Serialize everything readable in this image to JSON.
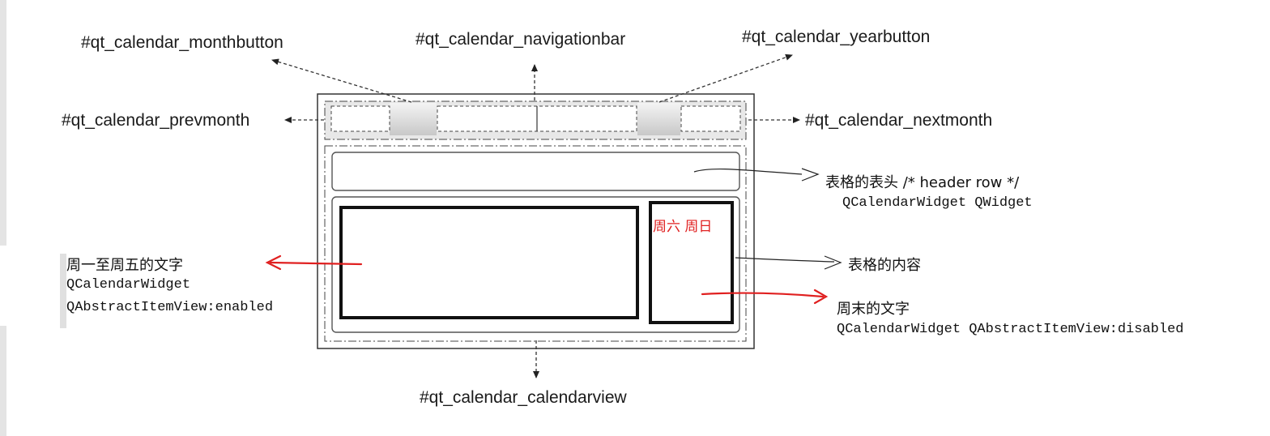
{
  "selectors": {
    "monthbutton": "#qt_calendar_monthbutton",
    "navigationbar": "#qt_calendar_navigationbar",
    "yearbutton": "#qt_calendar_yearbutton",
    "prevmonth": "#qt_calendar_prevmonth",
    "nextmonth": "#qt_calendar_nextmonth",
    "calendarview": "#qt_calendar_calendarview"
  },
  "annotations": {
    "header_title": "表格的表头 /* header row */",
    "header_selector": "QCalendarWidget QWidget",
    "content_title": "表格的内容",
    "weekday_title": "周一至周五的文字",
    "weekday_selector_1": "QCalendarWidget",
    "weekday_selector_2": "QAbstractItemView:enabled",
    "weekend_title": "周末的文字",
    "weekend_selector": "QCalendarWidget QAbstractItemView:disabled",
    "weekend_days": "周六 周日"
  },
  "colors": {
    "annotation_arrow": "#e02020",
    "diagram_line": "#333333"
  }
}
